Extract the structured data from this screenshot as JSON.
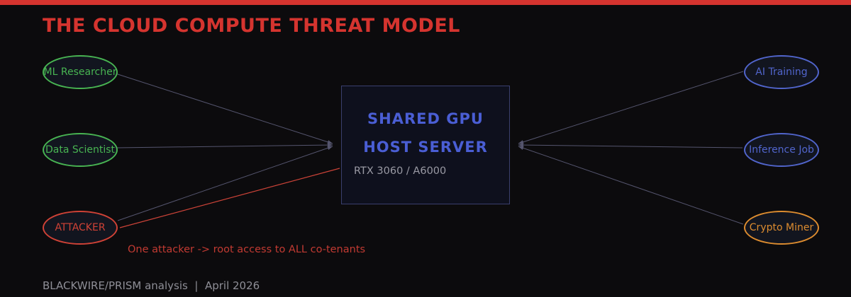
{
  "colors": {
    "bg": "#0c0b0d",
    "red": "#d5342f",
    "red_node": "#d04236",
    "red_line": "#cc4338",
    "red_annotation": "#c23a32",
    "green": "#48b452",
    "blue": "#5165cc",
    "blue_heading": "#4a5ed4",
    "orange": "#dd8c2f",
    "edge": "#55556e",
    "box_border": "#3a3f6e",
    "box_fill": "#0e101d",
    "node_fill": "#12151f",
    "footer_gray": "#8e8e96",
    "subtitle_gray": "#9a9aa4"
  },
  "header": {
    "title": "THE CLOUD COMPUTE THREAT MODEL"
  },
  "diagram": {
    "left_nodes": [
      {
        "label": "ML Researcher",
        "type": "green"
      },
      {
        "label": "Data Scientist",
        "type": "green"
      },
      {
        "label": "ATTACKER",
        "type": "red"
      }
    ],
    "right_nodes": [
      {
        "label": "AI Training",
        "type": "blue"
      },
      {
        "label": "Inference Job",
        "type": "blue"
      },
      {
        "label": "Crypto Miner",
        "type": "orange"
      }
    ],
    "center": {
      "title_line1": "SHARED GPU",
      "title_line2": "HOST SERVER",
      "subtitle": "RTX 3060 / A6000"
    },
    "annotation": "One attacker -> root access to ALL co-tenants"
  },
  "footer": {
    "text": "BLACKWIRE/PRISM analysis  |  April 2026"
  }
}
